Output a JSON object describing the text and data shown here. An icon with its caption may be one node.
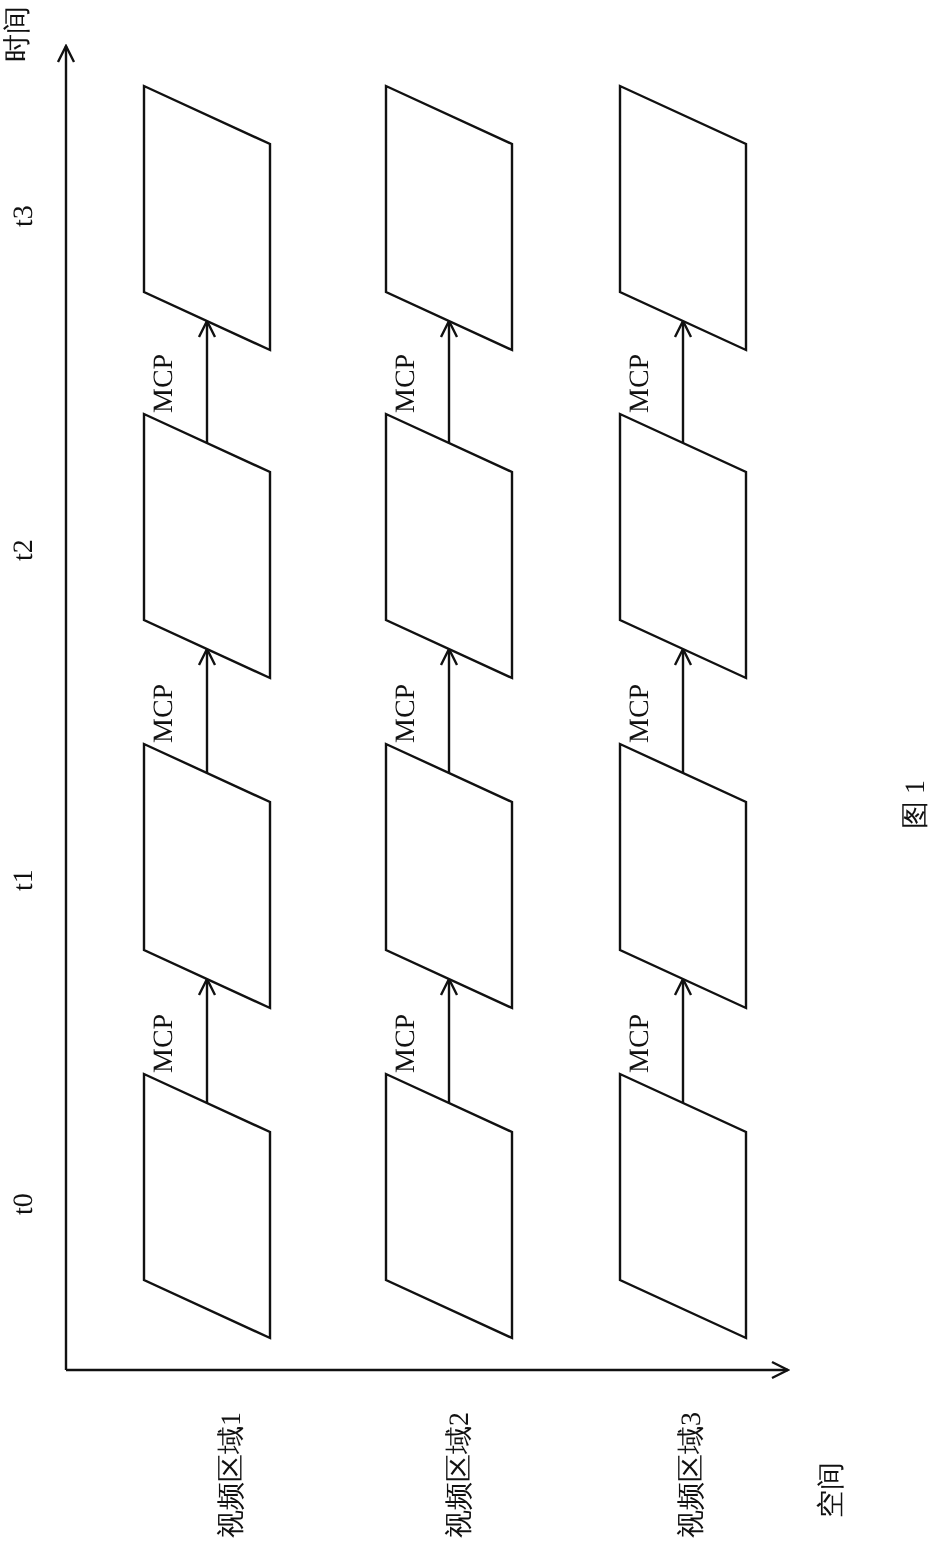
{
  "diagram": {
    "caption": "图 1",
    "nodes": [
      {
        "text": [],
        "shape": "parallelogram"
      },
      {
        "text": [],
        "shape": "parallelogram"
      },
      {
        "text": [],
        "shape": "parallelogram"
      },
      {
        "text": [],
        "shape": "parallelogram"
      },
      {
        "text": [],
        "shape": "parallelogram"
      },
      {
        "text": [],
        "shape": "parallelogram"
      },
      {
        "text": [],
        "shape": "parallelogram"
      },
      {
        "text": [],
        "shape": "parallelogram"
      },
      {
        "text": [],
        "shape": "parallelogram"
      },
      {
        "text": [],
        "shape": "parallelogram"
      },
      {
        "text": [],
        "shape": "parallelogram"
      },
      {
        "text": [],
        "shape": "parallelogram"
      }
    ],
    "edges": [
      {
        "from": 0,
        "to": 1,
        "arrow": "to",
        "label": "MCP"
      },
      {
        "from": 1,
        "to": 2,
        "arrow": "to",
        "label": "MCP"
      },
      {
        "from": 2,
        "to": 3,
        "arrow": "to",
        "label": "MCP"
      },
      {
        "from": 4,
        "to": 5,
        "arrow": "to",
        "label": "MCP"
      },
      {
        "from": 5,
        "to": 6,
        "arrow": "to",
        "label": "MCP"
      },
      {
        "from": 6,
        "to": 7,
        "arrow": "to",
        "label": "MCP"
      },
      {
        "from": 8,
        "to": 9,
        "arrow": "to",
        "label": "MCP"
      },
      {
        "from": 9,
        "to": 10,
        "arrow": "to",
        "label": "MCP"
      },
      {
        "from": 10,
        "to": 11,
        "arrow": "to",
        "label": "MCP"
      }
    ],
    "labels": [
      "时间",
      "t0",
      "t1",
      "t2",
      "t3",
      "视频区域1",
      "视频区域2",
      "视频区域3",
      "空间"
    ]
  }
}
